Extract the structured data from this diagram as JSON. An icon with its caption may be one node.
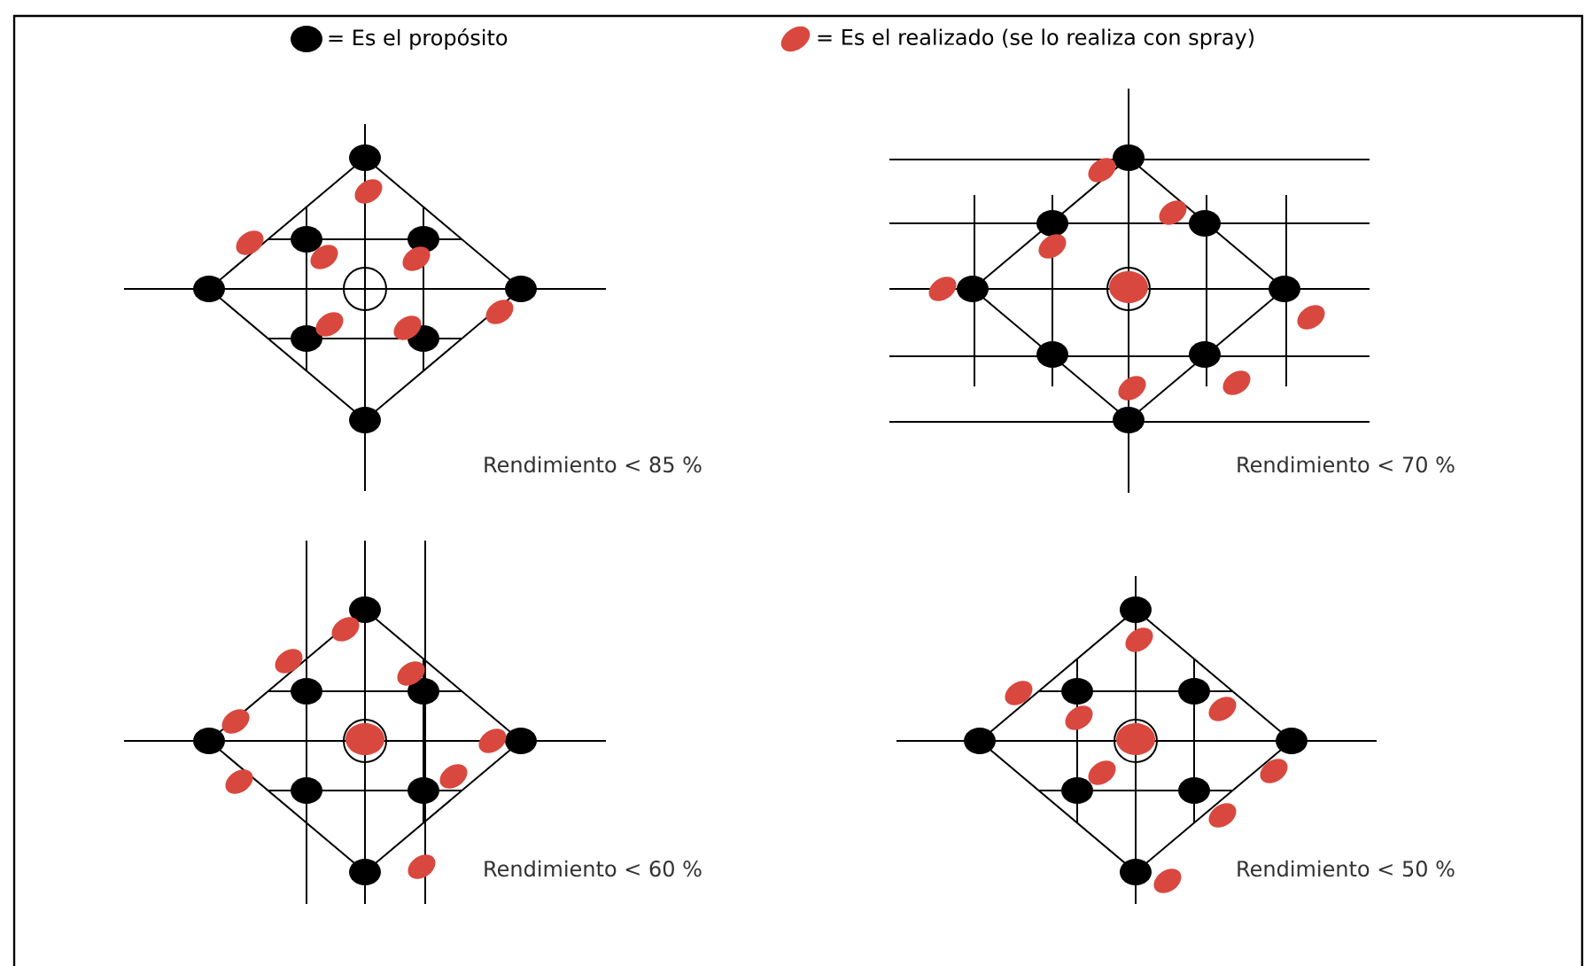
{
  "diagram": {
    "labels": [
      "Rendimiento < 85 %",
      "Rendimiento < 70 %",
      "Rendimiento < 60 %",
      "Rendimiento < 50 %"
    ],
    "legend": [
      {
        "text": "= Es el propósito"
      },
      {
        "text": "= Es el realizado (se lo realiza con spray)"
      }
    ]
  }
}
